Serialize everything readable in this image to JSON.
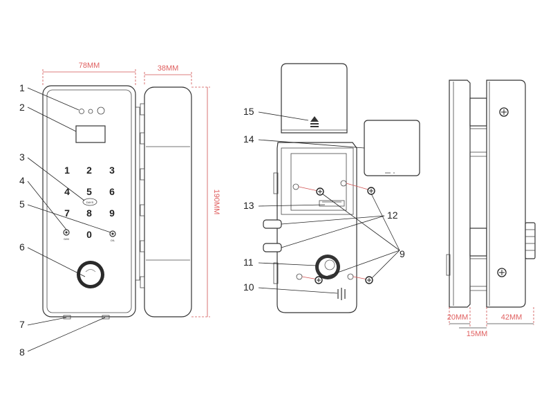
{
  "dimensions": {
    "front_width": "78MM",
    "side_width": "38MM",
    "height": "190MM",
    "bottom_left": "20MM",
    "bottom_mid": "15MM",
    "bottom_right": "42MM"
  },
  "callouts": [
    "1",
    "2",
    "3",
    "4",
    "5",
    "6",
    "7",
    "8",
    "9",
    "10",
    "11",
    "12",
    "13",
    "14",
    "15"
  ],
  "keypad": {
    "keys": [
      "1",
      "2",
      "3",
      "4",
      "5",
      "6",
      "7",
      "8",
      "9",
      "0"
    ],
    "left_button_label": "D/M",
    "right_button_label": "O/L",
    "badge_text": "DAYS"
  },
  "colors": {
    "line": "#333333",
    "dimension": "#d05050"
  },
  "icons": [
    "eject-arrow-icon",
    "fingerprint-sensor-icon",
    "thumb-turn-knob-icon",
    "screw-icon"
  ]
}
